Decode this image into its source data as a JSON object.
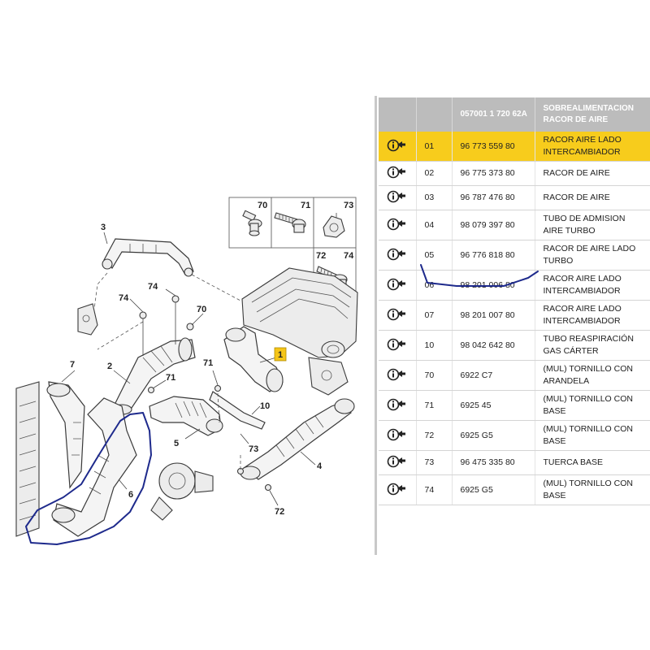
{
  "diagram": {
    "callouts": [
      {
        "id": "c3",
        "label": "3"
      },
      {
        "id": "c74a",
        "label": "74"
      },
      {
        "id": "c74b",
        "label": "74"
      },
      {
        "id": "c70",
        "label": "70"
      },
      {
        "id": "c1",
        "label": "1"
      },
      {
        "id": "c7",
        "label": "7"
      },
      {
        "id": "c2",
        "label": "2"
      },
      {
        "id": "c71a",
        "label": "71"
      },
      {
        "id": "c71b",
        "label": "71"
      },
      {
        "id": "c10",
        "label": "10"
      },
      {
        "id": "c5",
        "label": "5"
      },
      {
        "id": "c73",
        "label": "73"
      },
      {
        "id": "c4",
        "label": "4"
      },
      {
        "id": "c6",
        "label": "6"
      },
      {
        "id": "c72",
        "label": "72"
      }
    ],
    "inset_labels": {
      "box70": "70",
      "box71": "71",
      "box73": "73",
      "box72": "72",
      "box74": "74"
    }
  },
  "table": {
    "headers": {
      "icon": "",
      "ref": "",
      "part_number": "057001 1 720 62A",
      "description": "SOBREALIMENTACION RACOR DE AIRE"
    },
    "rows": [
      {
        "ref": "01",
        "part_number": "96 773 559 80",
        "description": "RACOR AIRE LADO INTERCAMBIADOR",
        "selected": true
      },
      {
        "ref": "02",
        "part_number": "96 775 373 80",
        "description": "RACOR DE AIRE"
      },
      {
        "ref": "03",
        "part_number": "96 787 476 80",
        "description": "RACOR DE AIRE"
      },
      {
        "ref": "04",
        "part_number": "98 079 397 80",
        "description": "TUBO DE ADMISION AIRE TURBO"
      },
      {
        "ref": "05",
        "part_number": "96 776 818 80",
        "description": "RACOR DE AIRE LADO TURBO"
      },
      {
        "ref": "06",
        "part_number": "98 201 006 80",
        "description": "RACOR AIRE LADO INTERCAMBIADOR",
        "annotated": true
      },
      {
        "ref": "07",
        "part_number": "98 201 007 80",
        "description": "RACOR AIRE LADO INTERCAMBIADOR"
      },
      {
        "ref": "10",
        "part_number": "98 042 642 80",
        "description": "TUBO REASPIRACIÓN GAS CÁRTER"
      },
      {
        "ref": "70",
        "part_number": "6922 C7",
        "description": "(MUL) TORNILLO CON ARANDELA"
      },
      {
        "ref": "71",
        "part_number": "6925 45",
        "description": "(MUL) TORNILLO CON BASE"
      },
      {
        "ref": "72",
        "part_number": "6925 G5",
        "description": "(MUL) TORNILLO CON BASE"
      },
      {
        "ref": "73",
        "part_number": "96 475 335 80",
        "description": "TUERCA BASE"
      },
      {
        "ref": "74",
        "part_number": "6925 G5",
        "description": "(MUL) TORNILLO CON BASE"
      }
    ]
  },
  "colors": {
    "selected_row": "#f7cc1c",
    "header_bg": "#bcbcbc",
    "annotation_ink": "#1e2a8c",
    "callout_1_bg": "#f5c518"
  }
}
